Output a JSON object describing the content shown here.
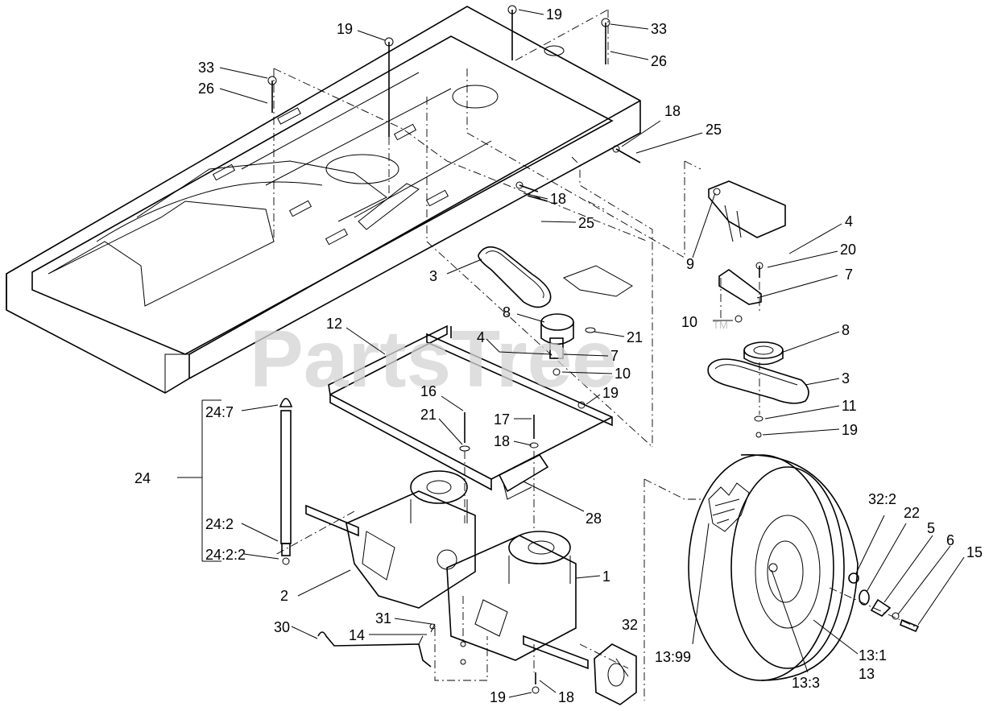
{
  "watermark": {
    "text": "PartsTree",
    "tm": "TM"
  },
  "callouts": [
    "19",
    "19",
    "33",
    "26",
    "33",
    "26",
    "18",
    "25",
    "18",
    "25",
    "9",
    "4",
    "20",
    "7",
    "3",
    "8",
    "21",
    "4",
    "7",
    "10",
    "10",
    "8",
    "3",
    "11",
    "19",
    "12",
    "16",
    "21",
    "19",
    "17",
    "18",
    "28",
    "24:7",
    "24",
    "24:2",
    "24:2:2",
    "2",
    "1",
    "31",
    "14",
    "30",
    "32",
    "19",
    "18",
    "13:99",
    "32:2",
    "22",
    "5",
    "6",
    "15",
    "13:3",
    "13:1",
    "13"
  ]
}
